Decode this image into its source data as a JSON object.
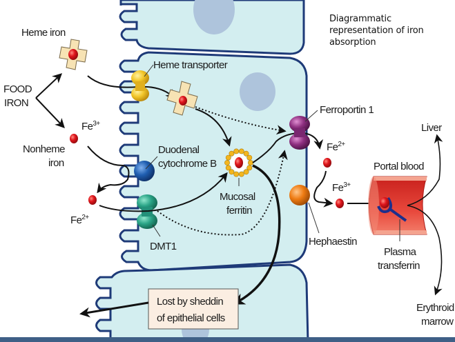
{
  "title": {
    "lines": [
      "Diagrammatic",
      "representation of iron",
      "absorption"
    ]
  },
  "labels": {
    "heme_iron": "Heme iron",
    "food_iron_1": "FOOD",
    "food_iron_2": "IRON",
    "nonheme_1": "Nonheme",
    "nonheme_2": "iron",
    "fe3_left": "Fe",
    "fe3_left_sup": "3+",
    "fe2_left": "Fe",
    "fe2_left_sup": "2+",
    "heme_transporter": "Heme transporter",
    "duodenal_1": "Duodenal",
    "duodenal_2": "cytochrome B",
    "dmt1": "DMT1",
    "mucosal_1": "Mucosal",
    "mucosal_2": "ferritin",
    "ferroportin": "Ferroportin 1",
    "fe2_right": "Fe",
    "fe2_right_sup": "2+",
    "fe3_right": "Fe",
    "fe3_right_sup": "3+",
    "hephaestin": "Hephaestin",
    "portal_blood": "Portal blood",
    "liver": "Liver",
    "plasma_1": "Plasma",
    "plasma_2": "transferrin",
    "erythroid_1": "Erythroid",
    "erythroid_2": "marrow",
    "lost_1": "Lost by sheddin",
    "lost_2": "of epithelial cells"
  },
  "colors": {
    "cell_fill": "#d3eef0",
    "cell_border": "#1e3a78",
    "nucleus": "#aec4dc",
    "heme_transporter": "#f2c62a",
    "cytochrome_b": "#1f5eb0",
    "dmt1": "#2aa487",
    "ferroportin": "#8e2f80",
    "hephaestin": "#ee7b12",
    "iron_atom": "#d9161c",
    "heme_cross": "#f7e3b4",
    "ferritin_shell": "#f3b61f",
    "vessel": "#e8483c",
    "transferrin": "#1d2f8c",
    "box_fill": "#fbeee2",
    "bottom_bar": "#3f5f86"
  }
}
